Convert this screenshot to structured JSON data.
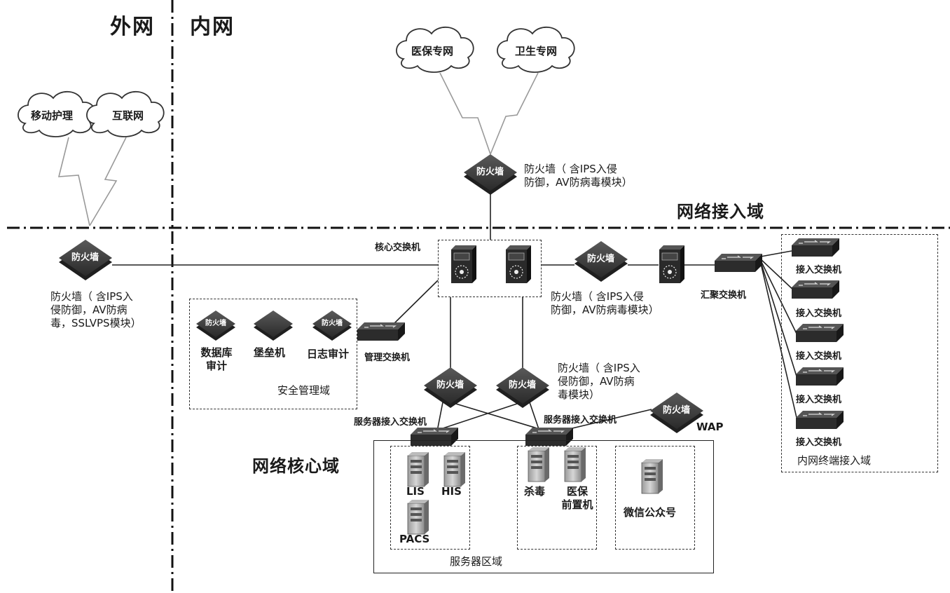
{
  "zones": {
    "outer_net": "外网",
    "inner_net": "内网",
    "access_domain": "网络接入域",
    "core_domain": "网络核心域",
    "security_domain": "安全管理域",
    "server_area": "服务器区域",
    "terminal_domain": "内网终端接入域"
  },
  "clouds": {
    "mobile_nursing": "移动护理",
    "internet": "互联网",
    "medical_insurance_net": "医保专网",
    "health_net": "卫生专网"
  },
  "devices": {
    "firewall": "防火墙",
    "core_switch": "核心交换机",
    "aggregation_switch": "汇聚交换机",
    "mgmt_switch": "管理交换机",
    "server_access_switch": "服务器接入交换机",
    "access_switch": "接入交换机",
    "db_audit": "数据库\n审计",
    "bastion": "堡垒机",
    "log_audit": "日志审计",
    "wap": "WAP"
  },
  "notes": {
    "fw_top": "防火墙（ 含IPS入侵\n防御，AV防病毒模块）",
    "fw_left": "防火墙（ 含IPS入\n侵防御，AV防病\n毒，SSLVPS模块）",
    "fw_right": "防火墙（ 含IPS入侵\n防御，AV防病毒模块）",
    "fw_core": "防火墙（ 含IPS入\n侵防御，AV防病\n毒模块）"
  },
  "servers": {
    "lis": "LIS",
    "his": "HIS",
    "pacs": "PACS",
    "antivirus": "杀毒",
    "insurance_front": "医保\n前置机",
    "wechat": "微信公众号"
  }
}
